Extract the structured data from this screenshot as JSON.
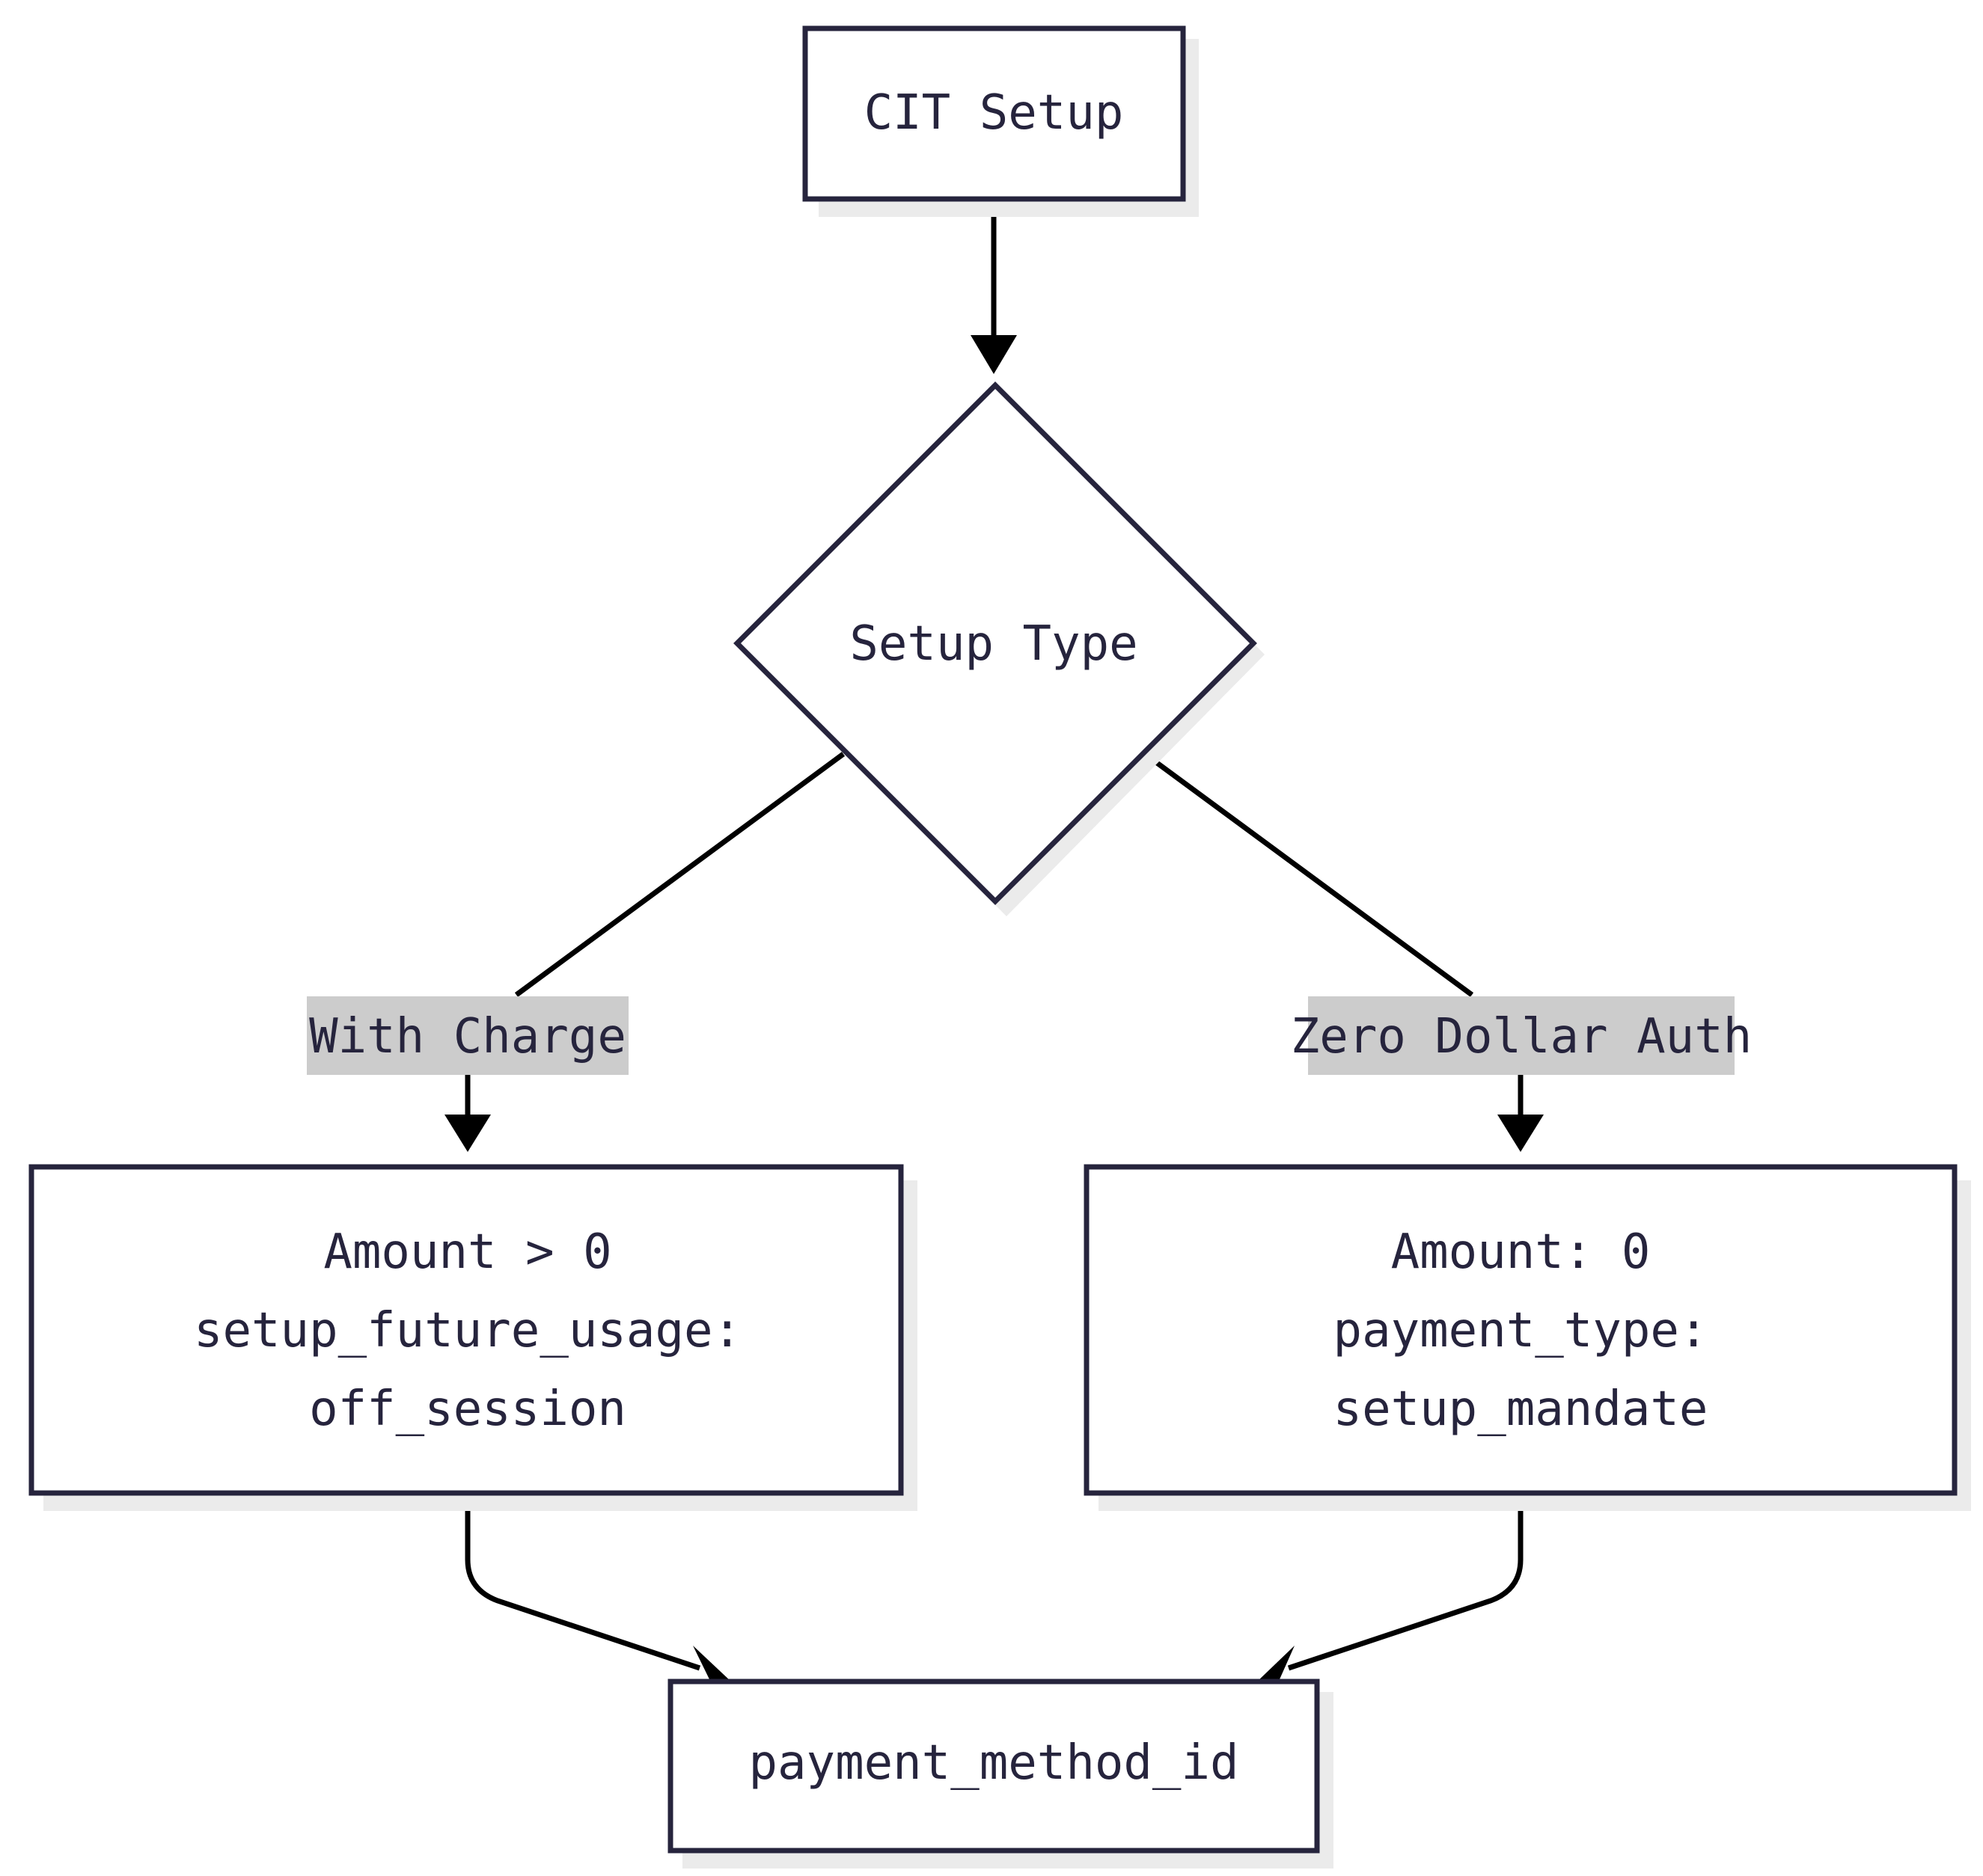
{
  "diagram": {
    "type": "flowchart",
    "nodes": {
      "cit_setup": {
        "label": "CIT Setup"
      },
      "setup_type": {
        "label": "Setup Type"
      },
      "with_charge_box": {
        "lines": [
          "Amount > 0",
          "setup_future_usage:",
          "off_session"
        ]
      },
      "zero_dollar_box": {
        "lines": [
          "Amount: 0",
          "payment_type:",
          "setup_mandate"
        ]
      },
      "payment_method": {
        "label": "payment_method_id"
      }
    },
    "edges": {
      "left_label": "With Charge",
      "right_label": "Zero Dollar Auth"
    },
    "colors": {
      "node_stroke": "#26243d",
      "node_fill": "#ffffff",
      "shadow": "#ebebeb",
      "edge": "#000000",
      "edge_label_bg": "#cccccc",
      "text": "#26243d"
    }
  }
}
